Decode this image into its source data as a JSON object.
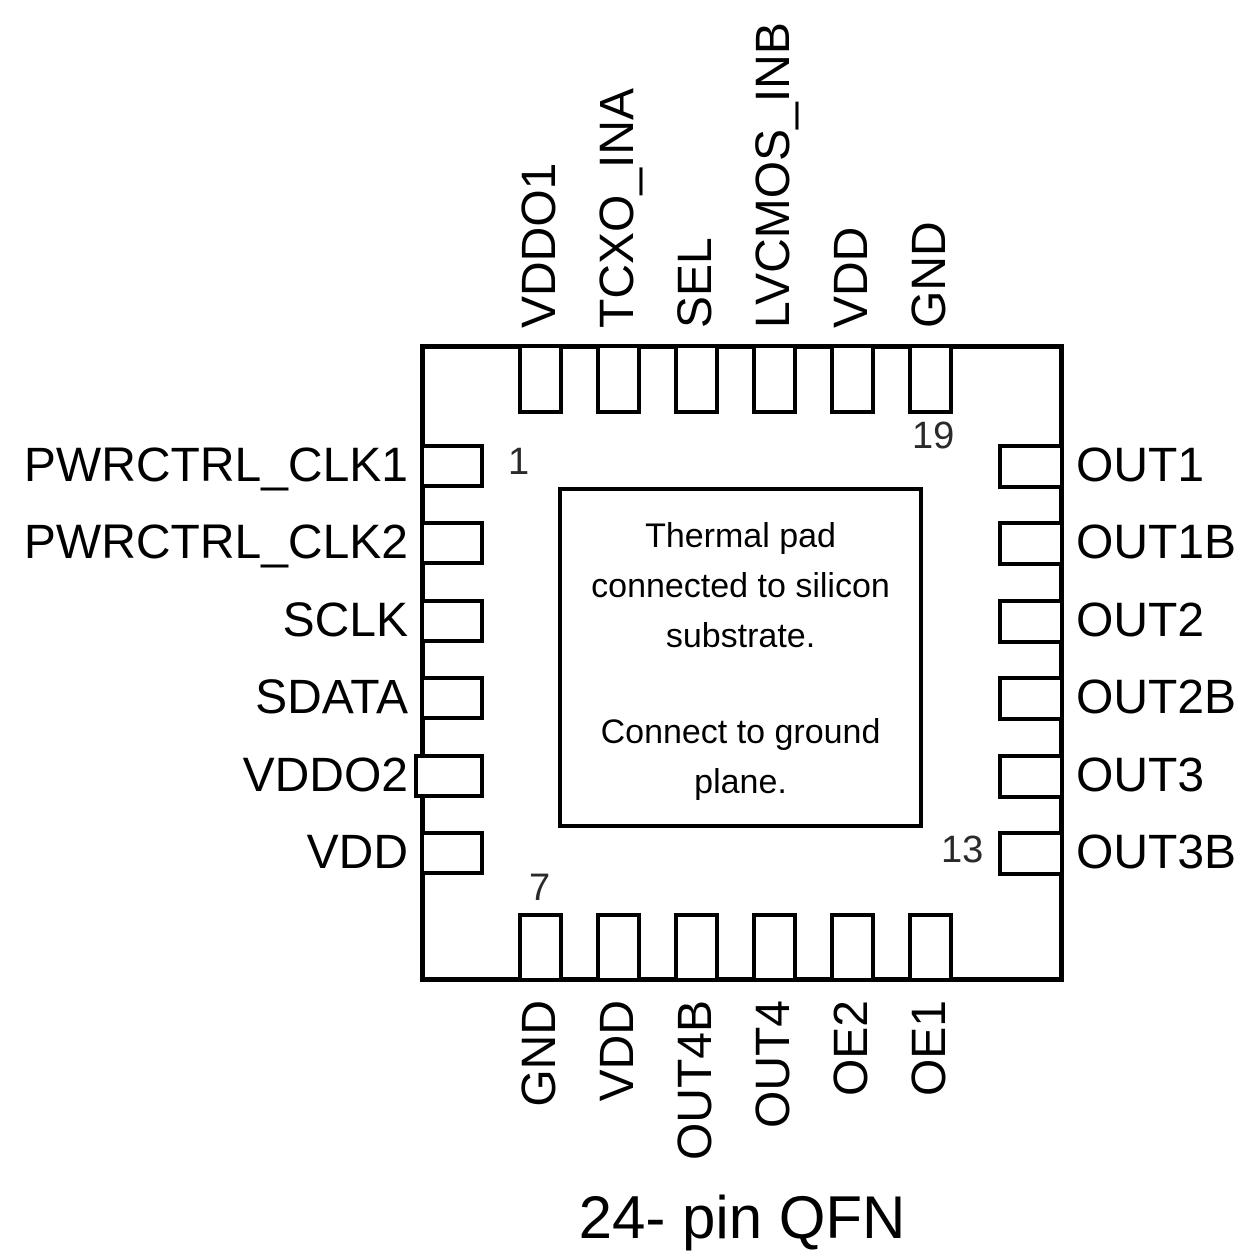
{
  "caption": "24- pin QFN",
  "colors": {
    "line": "#000000",
    "pin_number": "#2a2a2a",
    "background": "#ffffff"
  },
  "thermal_pad": {
    "para1_lines": [
      "Thermal pad",
      "connected to silicon",
      "substrate."
    ],
    "para2_lines": [
      "Connect to ground",
      "plane."
    ]
  },
  "pins": {
    "left": [
      "PWRCTRL_CLK1",
      "PWRCTRL_CLK2",
      "SCLK",
      "SDATA",
      "VDDO2",
      "VDD"
    ],
    "top": [
      "VDDO1",
      "TCXO_INA",
      "SEL",
      "LVCMOS_INB",
      "VDD",
      "GND"
    ],
    "right": [
      "OUT1",
      "OUT1B",
      "OUT2",
      "OUT2B",
      "OUT3",
      "OUT3B"
    ],
    "bottom": [
      "GND",
      "VDD",
      "OUT4B",
      "OUT4",
      "OE2",
      "OE1"
    ]
  },
  "pin_number_markers": [
    "1",
    "7",
    "13",
    "19"
  ]
}
